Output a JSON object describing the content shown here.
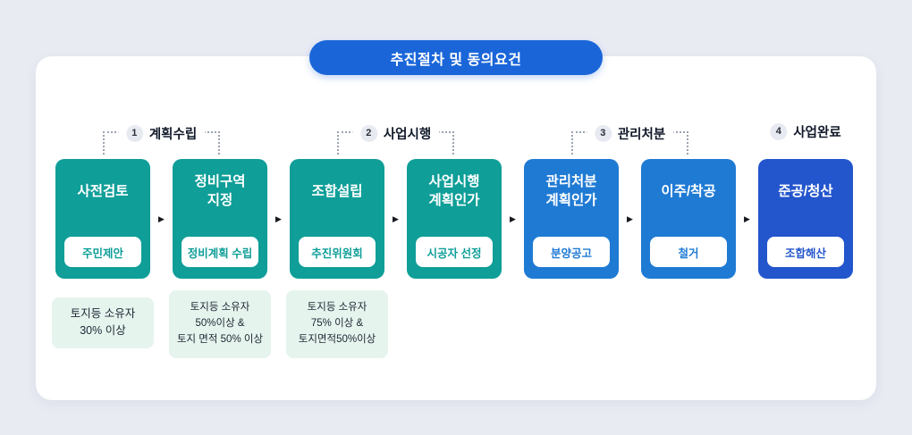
{
  "header": {
    "title": "추진절차 및 동의요건",
    "title_bg": "#1a66d9"
  },
  "phases": [
    {
      "num": "1",
      "label": "계획수립"
    },
    {
      "num": "2",
      "label": "사업시행"
    },
    {
      "num": "3",
      "label": "관리처분"
    },
    {
      "num": "4",
      "label": "사업완료"
    }
  ],
  "steps": [
    {
      "title": "사전검토",
      "badge": "주민제안",
      "color": "#0f9e98"
    },
    {
      "title": "정비구역\n지정",
      "badge": "정비계획 수립",
      "color": "#0f9e98"
    },
    {
      "title": "조합설립",
      "badge": "추진위원회",
      "color": "#0f9e98"
    },
    {
      "title": "사업시행\n계획인가",
      "badge": "시공자 선정",
      "color": "#0f9e98"
    },
    {
      "title": "관리처분\n계획인가",
      "badge": "분양공고",
      "color": "#1f7ad4"
    },
    {
      "title": "이주/착공",
      "badge": "철거",
      "color": "#1f7ad4"
    },
    {
      "title": "준공/청산",
      "badge": "조합해산",
      "color": "#2355cc"
    }
  ],
  "notes": [
    {
      "text": "토지등 소유자\n30% 이상"
    },
    {
      "text": "토지등 소유자\n50%이상 &\n토지 면적 50% 이상"
    },
    {
      "text": "토지등 소유자\n75% 이상 &\n토지면적50%이상"
    }
  ],
  "arrow_glyph": "▶",
  "colors": {
    "page_background": "#e9ebf3",
    "card_background": "#ffffff",
    "teal_step": "#0f9e98",
    "blue_step": "#1f7ad4",
    "deep_blue_step": "#2355cc",
    "note_background": "#e6f4ee",
    "dotted_line": "#9ca3af"
  }
}
